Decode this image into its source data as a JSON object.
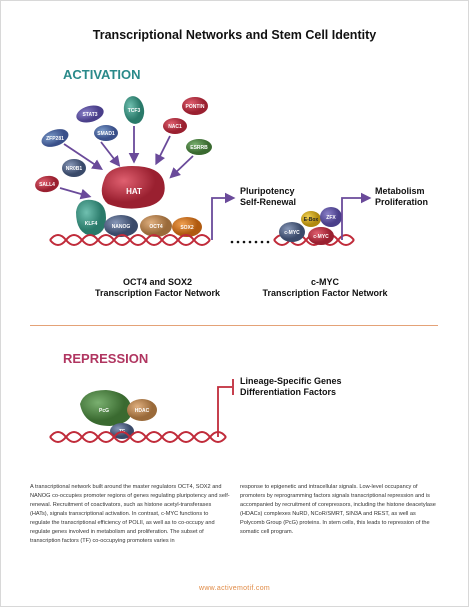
{
  "title": "Transcriptional Networks and Stem Cell Identity",
  "activation": {
    "heading": "ACTIVATION",
    "coactivators": [
      "STAT3",
      "TCF3",
      "PONTIN",
      "ZFP281",
      "SMAD1",
      "NAC1",
      "ESRRB",
      "NR0B1",
      "SALL4"
    ],
    "hat_label": "HAT",
    "core_factors": [
      "KLF4",
      "NANOG",
      "OCT4",
      "SOX2"
    ],
    "outcome_1": "Pluripotency",
    "outcome_2": "Self-Renewal",
    "myc_factors": [
      "E-Box",
      "ZFX",
      "c-MYC",
      "c-MYC"
    ],
    "outcome_3": "Metabolism",
    "outcome_4": "Proliferation",
    "caption_left_1": "OCT4 and SOX2",
    "caption_left_2": "Transcription Factor Network",
    "caption_right_1": "c-MYC",
    "caption_right_2": "Transcription Factor Network"
  },
  "repression": {
    "heading": "REPRESSION",
    "factors": [
      "PcG",
      "HDAC",
      "TF"
    ],
    "outcome_1": "Lineage-Specific Genes",
    "outcome_2": "Differentiation Factors"
  },
  "body_left": "A transcriptional network built around the master regulators OCT4, SOX2 and NANOG co-occupies promoter regions of genes regulating pluripotency and self-renewal. Recruitment of coactivators, such as histone acetyl-transferases (HATs), signals transcriptional activation. In contrast, c-MYC functions to regulate the transcriptional efficiency of POLII, as well as to co-occupy and regulate genes involved in metabolism and proliferation. The subset of transcription factors (TF) co-occupying promoters varies in",
  "body_right": "response to epigenetic and intracellular signals. Low-level occupancy of promoters by reprogramming factors signals transcriptional repression and is accompanied by recruitment of corepressors, including the histone deacetylase (HDACs) complexes NuRD, NCoR/SMRT, SIN3A and REST, as well as Polycomb Group (PcG) proteins. In stem cells, this leads to repression of the somatic cell program.",
  "footer": "www.activemotif.com",
  "colors": {
    "activation": "#2a8a8a",
    "repression": "#b03560",
    "divider": "#e4a277",
    "arrow": "#6a4a9a",
    "hat": "#c0394f",
    "dna": "#c02b3a"
  }
}
